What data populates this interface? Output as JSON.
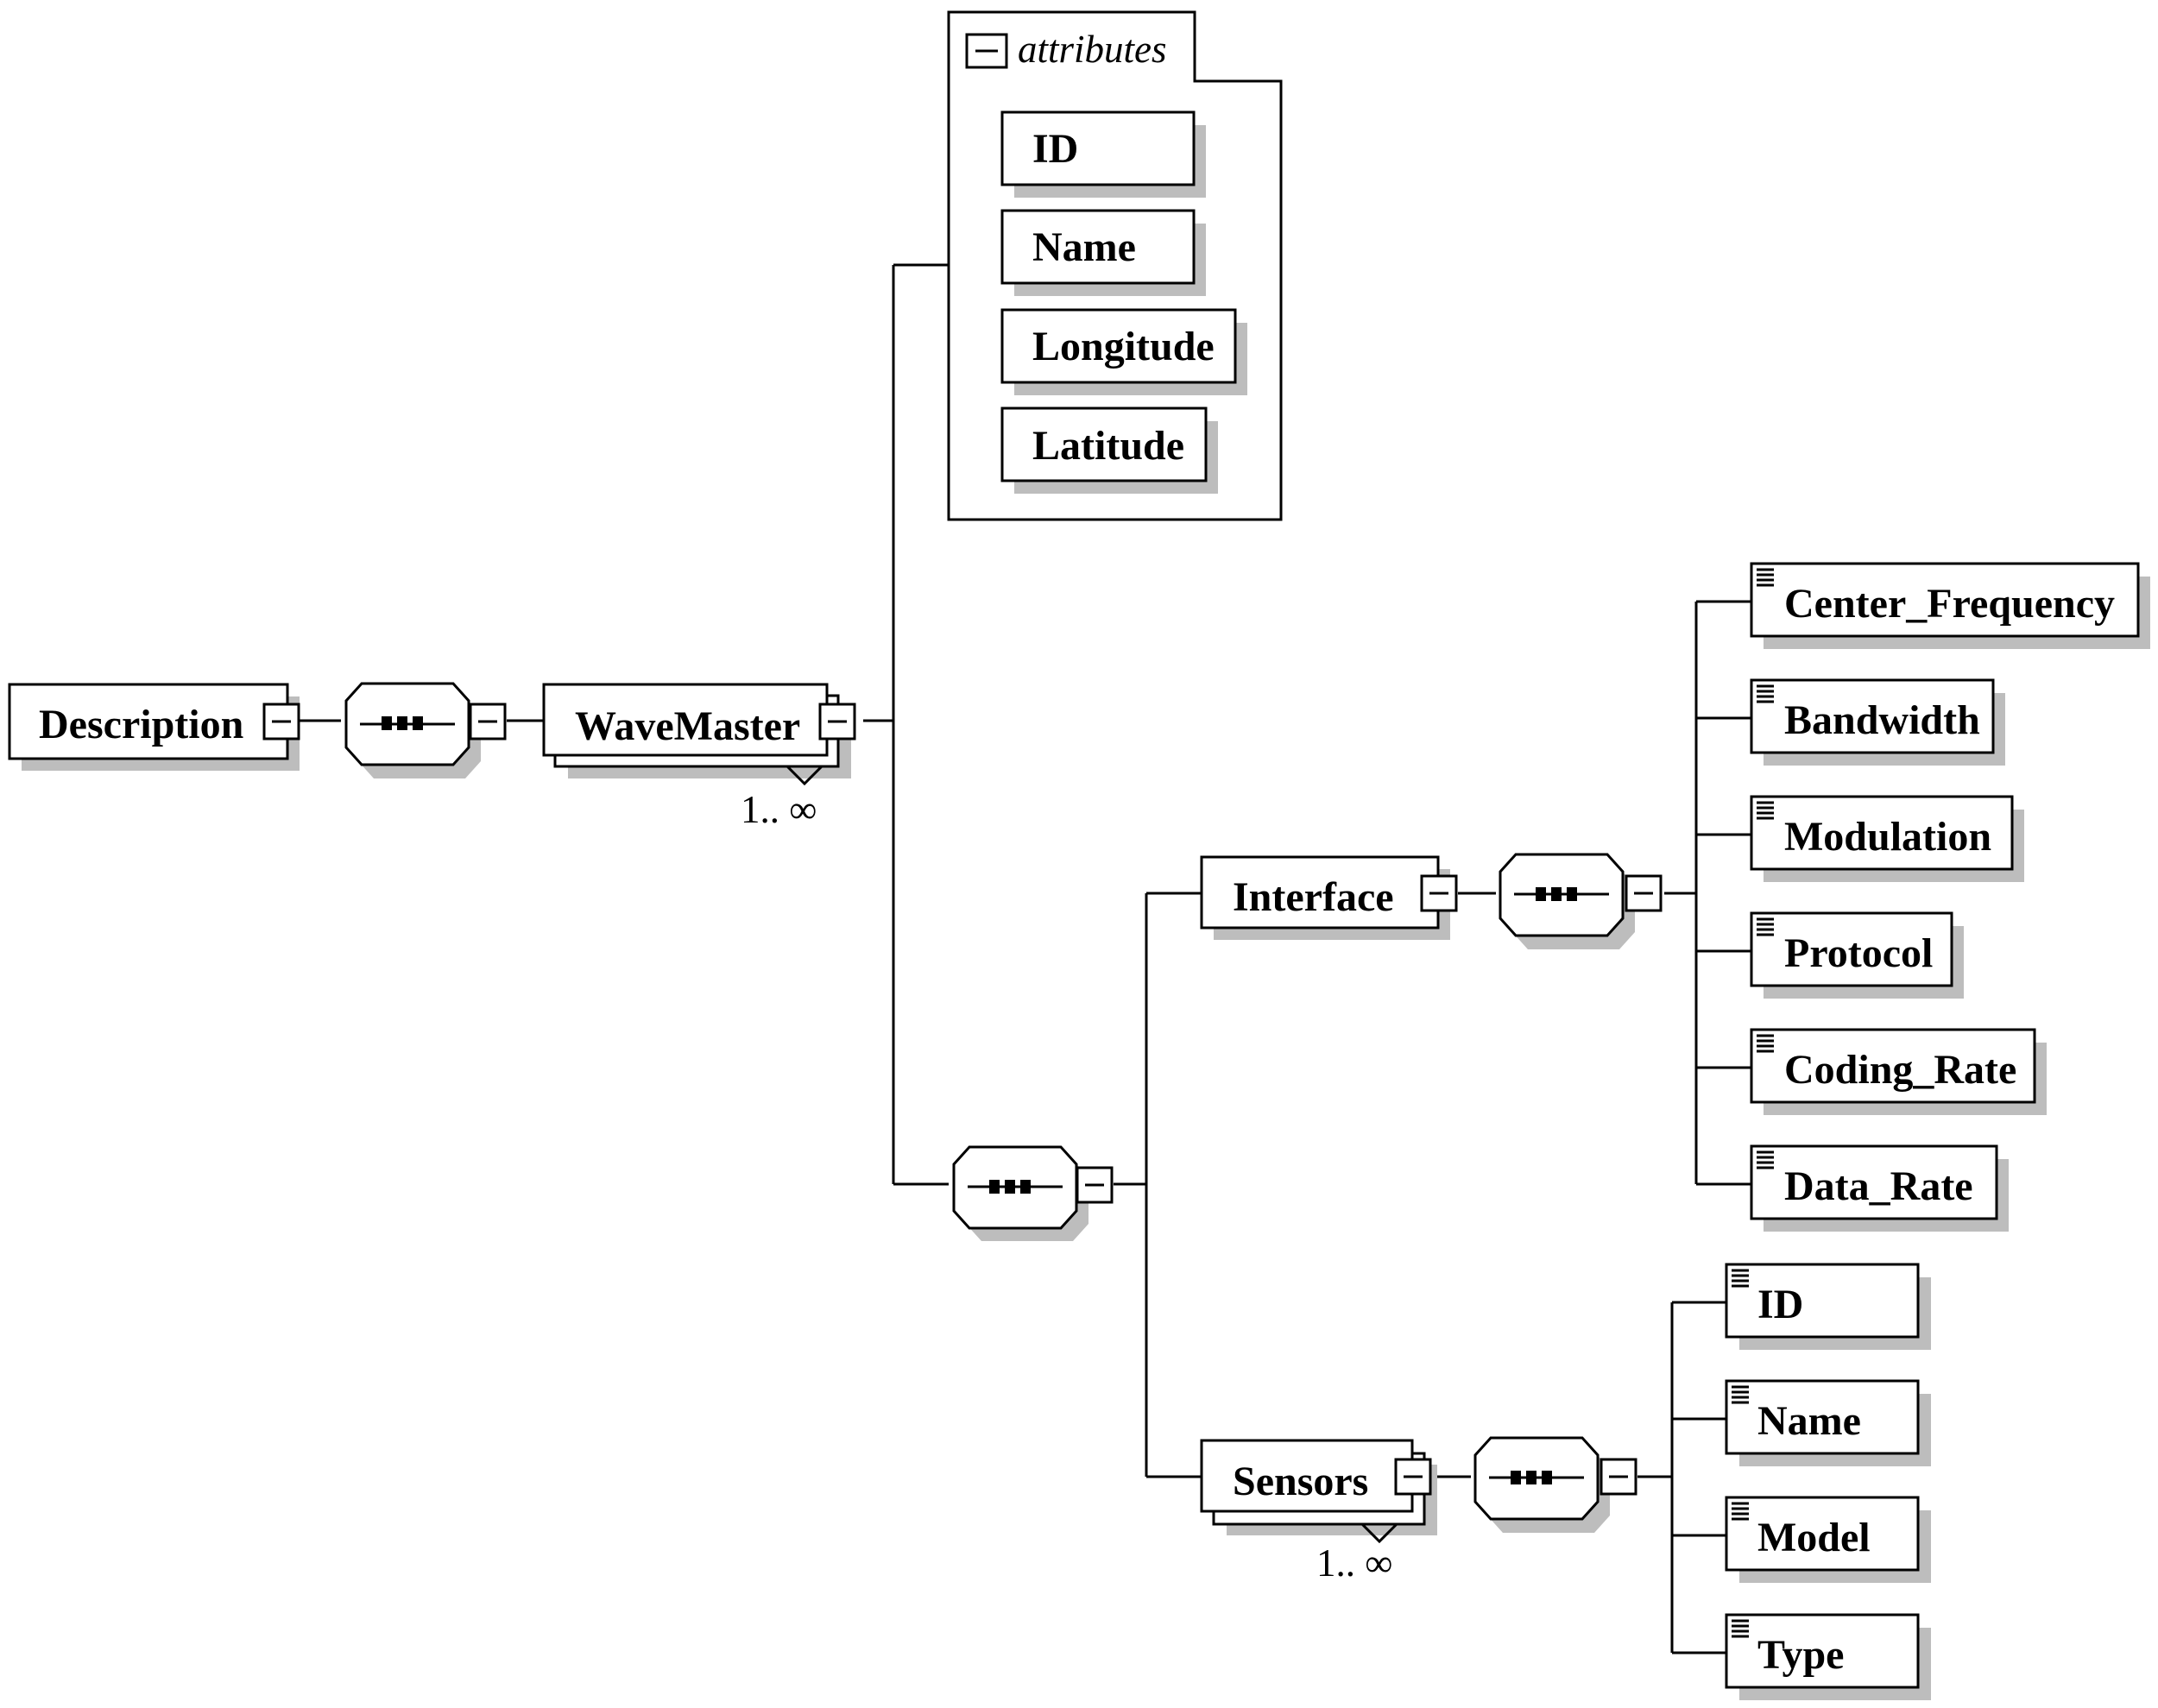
{
  "root": {
    "label": "Description"
  },
  "wavemaster": {
    "label": "WaveMaster",
    "cardinality": "1.. ∞"
  },
  "attributes": {
    "title": "attributes",
    "items": [
      "ID",
      "Name",
      "Longitude",
      "Latitude"
    ]
  },
  "interface": {
    "label": "Interface",
    "children": [
      "Center_Frequency",
      "Bandwidth",
      "Modulation",
      "Protocol",
      "Coding_Rate",
      "Data_Rate"
    ]
  },
  "sensors": {
    "label": "Sensors",
    "cardinality": "1.. ∞",
    "children": [
      "ID",
      "Name",
      "Model",
      "Type"
    ]
  },
  "colors": {
    "stroke": "#000000",
    "fill": "#ffffff",
    "shadow": "#bdbdbd"
  },
  "icons": {
    "collapse": "collapse-minus-icon",
    "sequence": "sequence-compositor-icon",
    "simple_element": "simple-element-lines-icon"
  }
}
